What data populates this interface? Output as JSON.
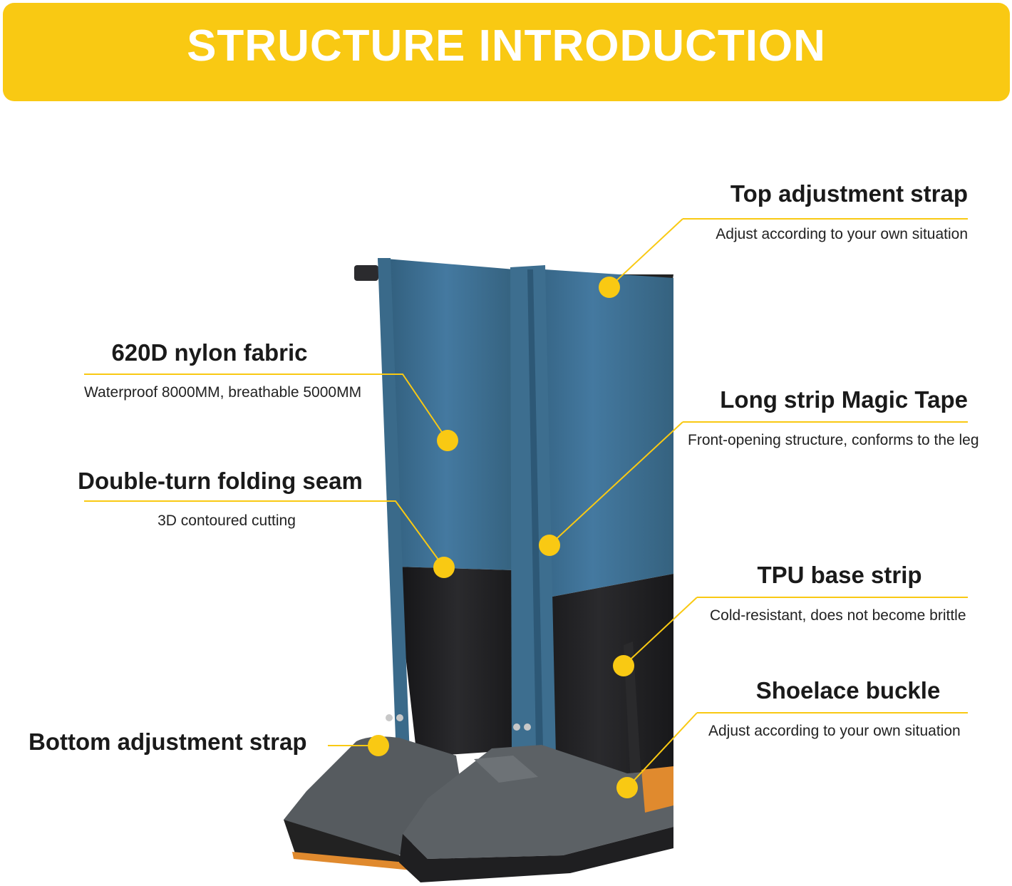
{
  "banner": {
    "title": "STRUCTURE INTRODUCTION",
    "color": "#f9c913"
  },
  "callouts": [
    {
      "id": "top-adjustment-strap",
      "title": "Top adjustment strap",
      "description": "Adjust according to your own situation"
    },
    {
      "id": "nylon-fabric",
      "title": "620D nylon fabric",
      "description": "Waterproof 8000MM, breathable 5000MM"
    },
    {
      "id": "magic-tape",
      "title": "Long strip Magic Tape",
      "description": "Front-opening structure, conforms to the leg"
    },
    {
      "id": "folding-seam",
      "title": "Double-turn folding seam",
      "description": "3D contoured cutting"
    },
    {
      "id": "tpu-base-strip",
      "title": "TPU base strip",
      "description": "Cold-resistant, does not become brittle"
    },
    {
      "id": "shoelace-buckle",
      "title": "Shoelace buckle",
      "description": "Adjust according to your own situation"
    },
    {
      "id": "bottom-adjustment-strap",
      "title": "Bottom adjustment strap",
      "description": ""
    }
  ],
  "colors": {
    "accent": "#f9c913",
    "gaiter_blue": "#3d6e8f",
    "gaiter_black": "#1b1b1d",
    "boot_gray": "#565b5f",
    "boot_orange": "#e08a2e"
  }
}
